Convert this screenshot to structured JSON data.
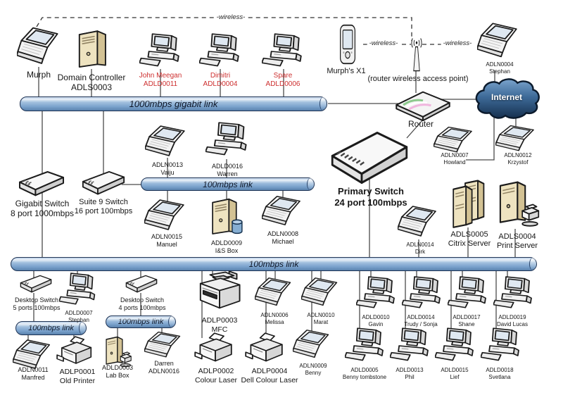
{
  "diagram_type": "office-network-topology",
  "colors": {
    "link_bar_blue": "#7ba3cd",
    "alert_red": "#cd2f2f",
    "internet_cloud_navy": "#2d5580",
    "server_tan": "#eee3c0"
  },
  "wireless": {
    "labels": [
      "-wireless-",
      "-wireless-",
      "-wireless-"
    ]
  },
  "link_bars": [
    {
      "label": "1000mbps gigabit link"
    },
    {
      "label": "100mbps link"
    },
    {
      "label": "100mbps link"
    },
    {
      "label": "100mbps link"
    },
    {
      "label": "100mbps link"
    }
  ],
  "nodes": [
    {
      "id": "murph",
      "device": "laptop",
      "label1": "Murph"
    },
    {
      "id": "domain-controller",
      "device": "tower",
      "label1": "Domain Controller",
      "label2": "ADLS0003"
    },
    {
      "id": "adld0011",
      "device": "desktop",
      "label1": "John Meegan",
      "label2": "ADLD0011",
      "text_color": "red"
    },
    {
      "id": "adld0004",
      "device": "desktop",
      "label1": "Dimitri",
      "label2": "ADLD0004",
      "text_color": "red"
    },
    {
      "id": "adld0006",
      "device": "desktop",
      "label1": "Spare",
      "label2": "ADLD0006",
      "text_color": "red"
    },
    {
      "id": "murphs-x1",
      "device": "pda",
      "label1": "Murph's X1"
    },
    {
      "id": "access-point",
      "device": "antenna",
      "label1": "(router wireless access point)"
    },
    {
      "id": "adln0004",
      "device": "laptop",
      "label1": "ADLN0004",
      "label2": "Stephan"
    },
    {
      "id": "internet",
      "device": "cloud",
      "label1": "Internet"
    },
    {
      "id": "router",
      "device": "router",
      "label1": "Router"
    },
    {
      "id": "adln0007",
      "device": "laptop",
      "label1": "ADLN0007",
      "label2": "Howland"
    },
    {
      "id": "adln0012",
      "device": "laptop",
      "label1": "ADLN0012",
      "label2": "Krzystof"
    },
    {
      "id": "gigabit-switch",
      "device": "switch",
      "label1": "Gigabit Switch",
      "label2": "8 port 1000mbps"
    },
    {
      "id": "suite9-switch",
      "device": "switch",
      "label1": "Suite 9 Switch",
      "label2": "16 port 100mbps"
    },
    {
      "id": "adln0013",
      "device": "laptop",
      "label1": "ADLN0013",
      "label2": "Vaiju"
    },
    {
      "id": "adld0016",
      "device": "desktop",
      "label1": "ADLD0016",
      "label2": "Warren"
    },
    {
      "id": "primary-switch",
      "device": "switch-lg",
      "label1": "Primary Switch",
      "label2": "24 port 100mbps"
    },
    {
      "id": "adln0015",
      "device": "laptop",
      "label1": "ADLN0015",
      "label2": "Manuel"
    },
    {
      "id": "adld0009",
      "device": "tower-db",
      "label1": "ADLD0009",
      "label2": "I&S Box"
    },
    {
      "id": "adln0008",
      "device": "laptop",
      "label1": "ADLN0008",
      "label2": "Michael"
    },
    {
      "id": "adln0014",
      "device": "laptop",
      "label1": "ADLN0014",
      "label2": "Dirk"
    },
    {
      "id": "adls0005",
      "device": "citrix",
      "label1": "ADLS0005",
      "label2": "Citrix Server"
    },
    {
      "id": "adls0004",
      "device": "tower-print",
      "label1": "ADLS0004",
      "label2": "Print Server"
    },
    {
      "id": "desktop-switch-5",
      "device": "switch",
      "label1": "Desktop Switch",
      "label2": "5 ports 100mbps"
    },
    {
      "id": "adld0007",
      "device": "desktop",
      "label1": "ADLD0007",
      "label2": "Stephan"
    },
    {
      "id": "desktop-switch-4",
      "device": "switch",
      "label1": "Desktop Switch",
      "label2": "4 ports 100mbps"
    },
    {
      "id": "adlp0003",
      "device": "mfc",
      "label1": "ADLP0003",
      "label2": "MFC"
    },
    {
      "id": "adln0006",
      "device": "laptop",
      "label1": "ADLN0006",
      "label2": "Melissa"
    },
    {
      "id": "adln0010",
      "device": "laptop",
      "label1": "ADLN0010",
      "label2": "Marat"
    },
    {
      "id": "adld0010",
      "device": "desktop",
      "label1": "ADLD0010",
      "label2": "Gavin"
    },
    {
      "id": "adld0014",
      "device": "desktop",
      "label1": "ADLD0014",
      "label2": "Trudy / Sonja"
    },
    {
      "id": "adld0017",
      "device": "desktop",
      "label1": "ADLD0017",
      "label2": "Shane"
    },
    {
      "id": "adld0019",
      "device": "desktop",
      "label1": "ADLD0019",
      "label2": "David Lucas"
    },
    {
      "id": "adln0011",
      "device": "laptop",
      "label1": "ADLN0011",
      "label2": "Manfred"
    },
    {
      "id": "adlp0001",
      "device": "printer",
      "label1": "ADLP0001",
      "label2": "Old Printer"
    },
    {
      "id": "adld0003",
      "device": "tower-print",
      "label1": "ADLD0003",
      "label2": "Lab Box"
    },
    {
      "id": "adln0016",
      "device": "laptop",
      "label1": "Darren",
      "label2": "ADLN0016"
    },
    {
      "id": "adlp0002",
      "device": "printer",
      "label1": "ADLP0002",
      "label2": "Colour Laser"
    },
    {
      "id": "adlp0004",
      "device": "printer",
      "label1": "ADLP0004",
      "label2": "Dell Colour Laser"
    },
    {
      "id": "adln0009",
      "device": "laptop",
      "label1": "ADLN0009",
      "label2": "Benny"
    },
    {
      "id": "adld0005",
      "device": "desktop",
      "label1": "ADLD0005",
      "label2": "Benny tombstone"
    },
    {
      "id": "adld0013",
      "device": "desktop",
      "label1": "ADLD0013",
      "label2": "Phil"
    },
    {
      "id": "adld0015",
      "device": "desktop",
      "label1": "ADLD0015",
      "label2": "Lief"
    },
    {
      "id": "adld0018",
      "device": "desktop",
      "label1": "ADLD0018",
      "label2": "Svetlana"
    }
  ]
}
